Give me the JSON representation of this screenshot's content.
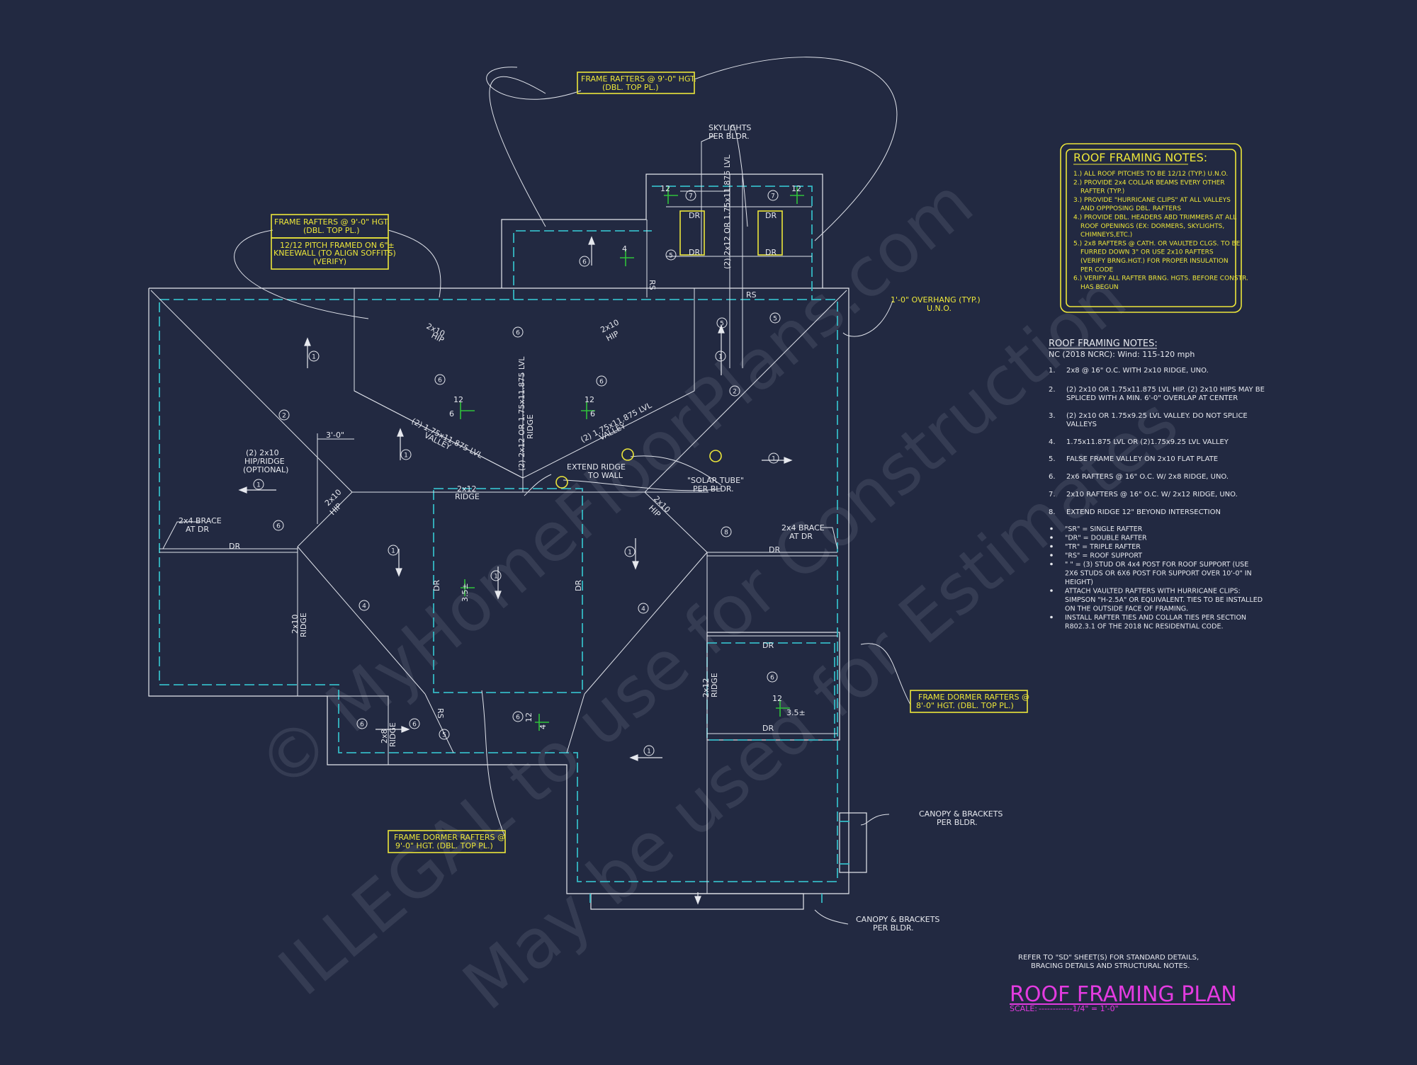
{
  "sheet": {
    "title": "ROOF FRAMING PLAN",
    "scale_label": "SCALE:",
    "scale_value": "------------1/4\" = 1'-0\"",
    "refer_note_1": "REFER TO \"SD\" SHEET(S) FOR STANDARD DETAILS,",
    "refer_note_2": "BRACING DETAILS AND STRUCTURAL NOTES."
  },
  "watermark": {
    "line1": "© MyHomeFloorPlans.com",
    "line2": "ILLEGAL to use for Construction",
    "line3": "May be used for Estimates"
  },
  "general_notes": {
    "title": "ROOF FRAMING NOTES:",
    "items": [
      "1.) ALL ROOF PITCHES TO BE 12/12 (TYP.) U.N.O.",
      "2.) PROVIDE 2x4 COLLAR BEAMS EVERY OTHER",
      "RAFTER (TYP.)",
      "3.) PROVIDE \"HURRICANE CLIPS\" AT ALL VALLEYS",
      "AND OPPPOSING DBL. RAFTERS",
      "4.) PROVIDE DBL. HEADERS ABD TRIMMERS AT ALL",
      "ROOF OPENINGS (EX: DORMERS, SKYLIGHTS,",
      "CHIMNEYS,ETC.)",
      "5.) 2x8 RAFTERS @ CATH. OR VAULTED CLGS. TO BE",
      "FURRED DOWN 3\" OR USE 2x10 RAFTERS",
      "(VERIFY BRNG.HGT.) FOR PROPER INSULATION",
      "PER CODE",
      "6.) VERIFY ALL RAFTER BRNG. HGTS. BEFORE CONSTR.",
      "HAS BEGUN"
    ]
  },
  "legend": {
    "title": "ROOF FRAMING NOTES:",
    "subtitle": "NC (2018 NCRC): Wind: 115-120 mph",
    "items": [
      {
        "num": "1.",
        "text": "2x8 @ 16\" O.C. WITH 2x10 RIDGE, UNO."
      },
      {
        "num": "2.",
        "text": "(2) 2x10 OR 1.75x11.875 LVL HIP. (2) 2x10 HIPS MAY BE"
      },
      {
        "num": "",
        "text": "SPLICED WITH A MIN. 6'-0\" OVERLAP AT CENTER"
      },
      {
        "num": "3.",
        "text": "(2) 2x10 OR 1.75x9.25 LVL VALLEY. DO NOT SPLICE"
      },
      {
        "num": "",
        "text": "VALLEYS"
      },
      {
        "num": "4.",
        "text": "1.75x11.875 LVL OR (2)1.75x9.25 LVL VALLEY"
      },
      {
        "num": "5.",
        "text": "FALSE FRAME VALLEY ON 2x10 FLAT PLATE"
      },
      {
        "num": "6.",
        "text": "2x6 RAFTERS @ 16\" O.C. W/ 2x8 RIDGE, UNO."
      },
      {
        "num": "7.",
        "text": "2x10 RAFTERS @ 16\" O.C. W/ 2x12 RIDGE, UNO."
      },
      {
        "num": "8.",
        "text": "EXTEND RIDGE 12\" BEYOND INTERSECTION"
      }
    ],
    "bullets": [
      "\"SR\"  = SINGLE RAFTER",
      "\"DR\"  = DOUBLE RAFTER",
      "\"TR\"  = TRIPLE RAFTER",
      "\"RS\"  = ROOF SUPPORT",
      "\"  \" = (3) STUD OR 4x4 POST FOR ROOF SUPPORT (USE",
      "2X6 STUDS OR 6X6 POST FOR SUPPORT OVER 10'-0\" IN",
      "HEIGHT)",
      "ATTACH VAULTED RAFTERS WITH HURRICANE CLIPS:",
      "SIMPSON \"H-2.5A\" OR EQUIVALENT. TIES TO BE INSTALLED",
      "ON THE OUTSIDE FACE OF FRAMING.",
      "INSTALL RAFTER TIES AND COLLAR TIES PER SECTION",
      "R802.3.1 OF THE 2018 NC RESIDENTIAL CODE."
    ]
  },
  "callouts": {
    "top_rafters": [
      "FRAME RAFTERS @ 9'-0\" HGT.",
      "(DBL. TOP PL.)"
    ],
    "left_rafters": [
      "FRAME RAFTERS @ 9'-0\" HGT.",
      "(DBL. TOP PL.)"
    ],
    "kneewall": [
      "12/12 PITCH FRAMED ON 6\"±",
      "KNEEWALL (TO ALIGN SOFFITS)",
      "(VERIFY)"
    ],
    "dormer_right": [
      "FRAME DORMER RAFTERS @",
      "8'-0\" HGT. (DBL. TOP PL.)"
    ],
    "dormer_bottom": [
      "FRAME DORMER RAFTERS @",
      "9'-0\" HGT. (DBL. TOP PL.)"
    ]
  },
  "annotations": {
    "skylights": [
      "SKYLIGHTS",
      "PER BLDR."
    ],
    "overhang": [
      "1'-0\" OVERHANG (TYP.)",
      "U.N.O."
    ],
    "solar_tube": [
      "\"SOLAR TUBE\"",
      "PER BLDR."
    ],
    "extend_ridge": [
      "EXTEND RIDGE",
      "TO WALL"
    ],
    "hip_ridge_optional": [
      "(2) 2x10",
      "HIP/RIDGE",
      "(OPTIONAL)"
    ],
    "brace_left": [
      "2x4 BRACE",
      "AT DR"
    ],
    "brace_right": [
      "2x4 BRACE",
      "AT DR"
    ],
    "canopy_right": [
      "CANOPY & BRACKETS",
      "PER BLDR."
    ],
    "canopy_bottom": [
      "CANOPY & BRACKETS",
      "PER BLDR."
    ],
    "dim_3ft": "3'-0\"",
    "dr": "DR",
    "rs": "RS",
    "hip_2x10": [
      "2x10",
      "HIP"
    ],
    "ridge_2x12": [
      "2x12",
      "RIDGE"
    ],
    "ridge_2x10": [
      "2x10",
      "RIDGE"
    ],
    "ridge_2x8": [
      "2x8",
      "RIDGE"
    ],
    "valley_lvl": [
      "(2) 1.75x11.875 LVL",
      "VALLEY"
    ],
    "ridge_lvl": [
      "(2) 2x12 OR 1.75x11.875 LVL",
      "RIDGE"
    ],
    "pitch_12": "12",
    "pitch_6": "6",
    "pitch_4": "4",
    "pitch_35": "3.5±",
    "circles": [
      "1",
      "2",
      "4",
      "5",
      "6",
      "7",
      "8"
    ]
  },
  "colors": {
    "background": "#222941",
    "lines": "#e6e8ee",
    "overhang_dash": "#35b8c4",
    "callout_yellow": "#ece63a",
    "title_magenta": "#e33be0",
    "pitch_green": "#2fc23a"
  }
}
